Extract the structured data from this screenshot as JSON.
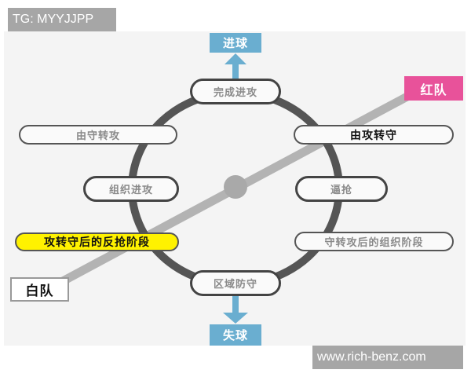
{
  "watermarks": {
    "top_left": "TG: MYYJJPP",
    "bottom_right": "www.rich-benz.com"
  },
  "outcomes": {
    "goal_scored": "进球",
    "goal_conceded": "失球"
  },
  "teams": {
    "red": {
      "label": "红队",
      "color": "#e8529a"
    },
    "white": {
      "label": "白队",
      "color": "#ffffff"
    }
  },
  "cycle_nodes": {
    "top": "完成进攻",
    "bottom": "区域防守",
    "left": "组织进攻",
    "right": "逼抢"
  },
  "transitions": {
    "defense_to_attack": "由守转攻",
    "attack_to_defense": "由攻转守",
    "counter_press_phase": "攻转守后的反抢阶段",
    "build_up_after_transition": "守转攻后的组织阶段"
  },
  "colors": {
    "cycle_stroke": "#555555",
    "axis_line": "#b0b0b0",
    "arrow_blue": "#6aaed0",
    "highlight_yellow": "#fff200",
    "canvas_bg": "#f4f4f4"
  }
}
